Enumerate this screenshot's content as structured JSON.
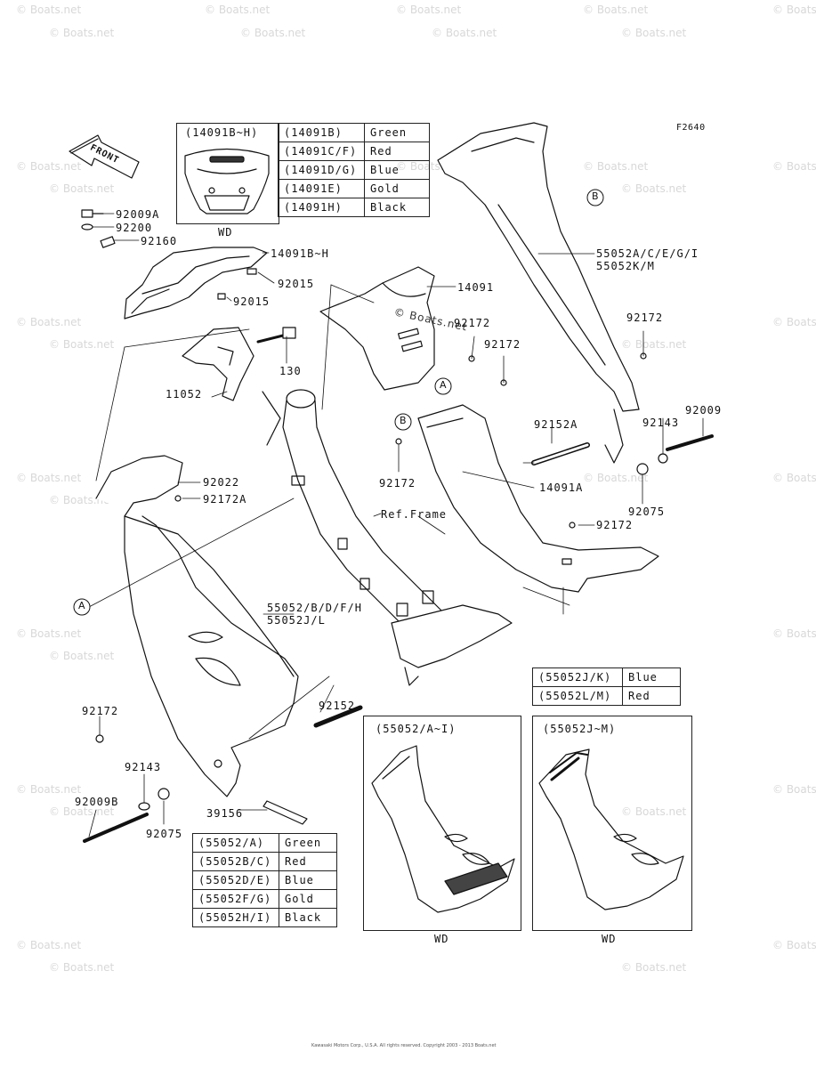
{
  "figure_code": "F2640",
  "watermark": "© Boats.net",
  "center_watermark": "© Boats.net",
  "front_arrow_label": "FRONT",
  "ref_frame_label": "Ref.Frame",
  "parts": {
    "p92009A": "92009A",
    "p92200": "92200",
    "p92160": "92160",
    "p14091BH": "14091B~H",
    "p92015a": "92015",
    "p92015b": "92015",
    "p14091": "14091",
    "p92172_top": "92172",
    "p92172_mid": "92172",
    "p130": "130",
    "p11052": "11052",
    "p92022": "92022",
    "p92172A": "92172A",
    "p92172_left_mid": "92172",
    "p14091A": "14091A",
    "p55052ACEGI": "55052A/C/E/G/I",
    "p55052KM": "55052K/M",
    "p92172_right": "92172",
    "p92152A": "92152A",
    "p92143_right": "92143",
    "p92009_right": "92009",
    "p92075_right": "92075",
    "p92172_lower_right": "92172",
    "p55052BDFH": "55052/B/D/F/H",
    "p55052JL": "55052J/L",
    "p92152": "92152",
    "p92172_left_low": "92172",
    "p92143_left": "92143",
    "p92009B": "92009B",
    "p92075_left": "92075",
    "p39156": "39156"
  },
  "callouts": {
    "a": "A",
    "b": "B"
  },
  "top_inset": {
    "title": "(14091B~H)",
    "caption": "WD"
  },
  "top_color_table": [
    [
      "(14091B)",
      "Green"
    ],
    [
      "(14091C/F)",
      "Red"
    ],
    [
      "(14091D/G)",
      "Blue"
    ],
    [
      "(14091E)",
      "Gold"
    ],
    [
      "(14091H)",
      "Black"
    ]
  ],
  "right_color_table": [
    [
      "(55052J/K)",
      "Blue"
    ],
    [
      "(55052L/M)",
      "Red"
    ]
  ],
  "bottom_color_table": [
    [
      "(55052/A)",
      "Green"
    ],
    [
      "(55052B/C)",
      "Red"
    ],
    [
      "(55052D/E)",
      "Blue"
    ],
    [
      "(55052F/G)",
      "Gold"
    ],
    [
      "(55052H/I)",
      "Black"
    ]
  ],
  "inset_left": {
    "title": "(55052/A~I)",
    "caption": "WD"
  },
  "inset_right": {
    "title": "(55052J~M)",
    "caption": "WD"
  },
  "copyright": "Kawasaki Motors Corp., U.S.A. All rights reserved. Copyright 2003 - 2013 Boats.net"
}
